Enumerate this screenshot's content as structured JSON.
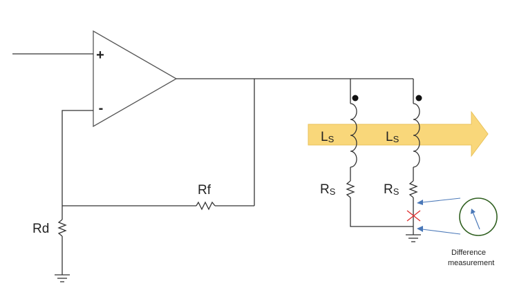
{
  "labels": {
    "plus": "+",
    "minus": "-",
    "rf": "Rf",
    "rd": "Rd",
    "ls_left_main": "L",
    "ls_left_sub": "S",
    "ls_right_main": "L",
    "ls_right_sub": "S",
    "rs_left_main": "R",
    "rs_left_sub": "S",
    "rs_right_main": "R",
    "rs_right_sub": "S",
    "note_line1": "Difference",
    "note_line2": "measurement"
  },
  "colors": {
    "arrow_fill": "#f9d77a",
    "arrow_stroke": "#e9c25a",
    "x_mark": "#e03030",
    "indicator_arrow": "#4a78b8",
    "meter_circle": "#2f5f1f",
    "wire": "#333333"
  }
}
